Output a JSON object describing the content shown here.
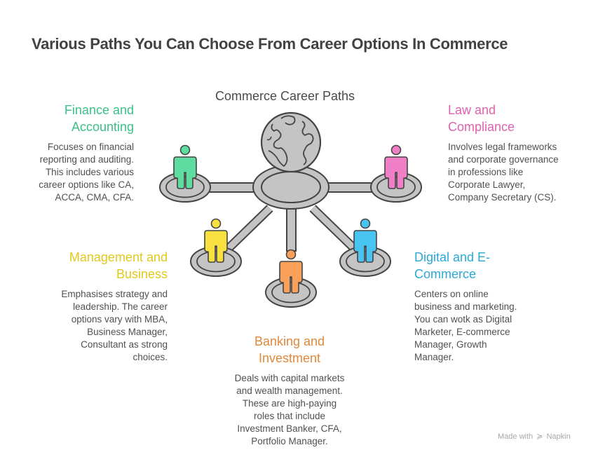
{
  "title": "Various Paths You Can Choose From Career Options In Commerce",
  "center": {
    "label": "Commerce Career Paths",
    "icon": "globe-icon"
  },
  "paths": [
    {
      "id": "finance",
      "heading": "Finance and Accounting",
      "heading_lines": [
        "Finance and",
        "Accounting"
      ],
      "description_lines": [
        "Focuses on financial",
        "reporting and auditing.",
        "This includes various",
        "career options like CA,",
        "ACCA, CMA, CFA."
      ],
      "color": "#3cc08a",
      "figure_color": "#5fdca0",
      "icon": "person-icon"
    },
    {
      "id": "law",
      "heading": "Law and Compliance",
      "heading_lines": [
        "Law and",
        "Compliance"
      ],
      "description_lines": [
        "Involves legal frameworks",
        "and corporate governance",
        "in professions like",
        "Corporate Lawyer,",
        "Company Secretary (CS)."
      ],
      "color": "#e060b0",
      "figure_color": "#f07fc8",
      "icon": "person-icon"
    },
    {
      "id": "management",
      "heading": "Management and Business",
      "heading_lines": [
        "Management and",
        "Business"
      ],
      "description_lines": [
        "Emphasises strategy and",
        "leadership. The career",
        "options vary with MBA,",
        "Business Manager,",
        "Consultant as strong",
        "choices."
      ],
      "color": "#e2c81e",
      "figure_color": "#f7e040",
      "icon": "person-icon"
    },
    {
      "id": "banking",
      "heading": "Banking and Investment",
      "heading_lines": [
        "Banking and",
        "Investment"
      ],
      "description_lines": [
        "Deals with capital markets",
        "and wealth management.",
        "These are high-paying",
        "roles that include",
        "Investment Banker, CFA,",
        "Portfolio Manager."
      ],
      "color": "#e0883a",
      "figure_color": "#f9a05a",
      "icon": "person-icon"
    },
    {
      "id": "digital",
      "heading": "Digital and E-Commerce",
      "heading_lines": [
        "Digital and E-",
        "Commerce"
      ],
      "description_lines": [
        "Centers on online",
        "business and marketing.",
        "You can wotk as Digital",
        "Marketer, E-commerce",
        "Manager, Growth",
        "Manager."
      ],
      "color": "#2aa9d6",
      "figure_color": "#48c4f2",
      "icon": "person-icon"
    }
  ],
  "watermark": {
    "prefix": "Made with",
    "brand": "Napkin",
    "icon": "napkin-logo-icon"
  }
}
